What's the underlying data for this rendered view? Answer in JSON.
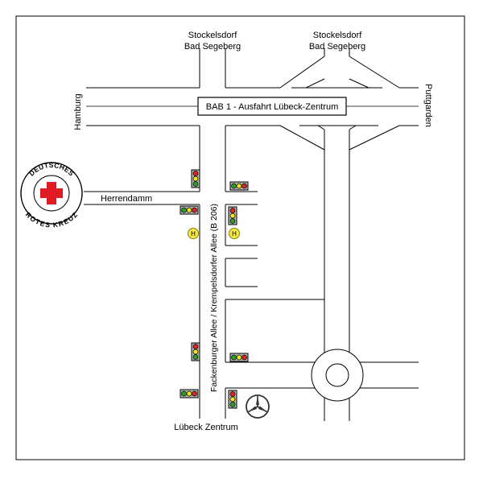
{
  "destinations": {
    "north_left_line1": "Stockelsdorf",
    "north_left_line2": "Bad Segeberg",
    "north_right_line1": "Stockelsdorf",
    "north_right_line2": "Bad Segeberg",
    "west": "Hamburg",
    "east": "Puttgarden",
    "south": "Lübeck Zentrum"
  },
  "autobahn": {
    "sign": "BAB 1 -  Ausfahrt Lübeck-Zentrum"
  },
  "streets": {
    "side_road": "Herrendamm",
    "main_road": "Fackenburger Allee / Krempelsdorfer Allee (B 206)"
  },
  "logo": {
    "name": "red-cross-logo",
    "text_top": "DEUTSCHES",
    "text_bottom": "ROTES KREUZ",
    "cross_color": "#e01b22"
  },
  "bus_stop": {
    "icon": "bus-stop-icon",
    "label": "H",
    "color": "#f3ea4a"
  },
  "traffic_light": {
    "icon": "traffic-light-icon",
    "colors": [
      "#e32222",
      "#f4e323",
      "#2f9e2f"
    ]
  },
  "landmark": {
    "icon": "mercedes-star-icon"
  }
}
